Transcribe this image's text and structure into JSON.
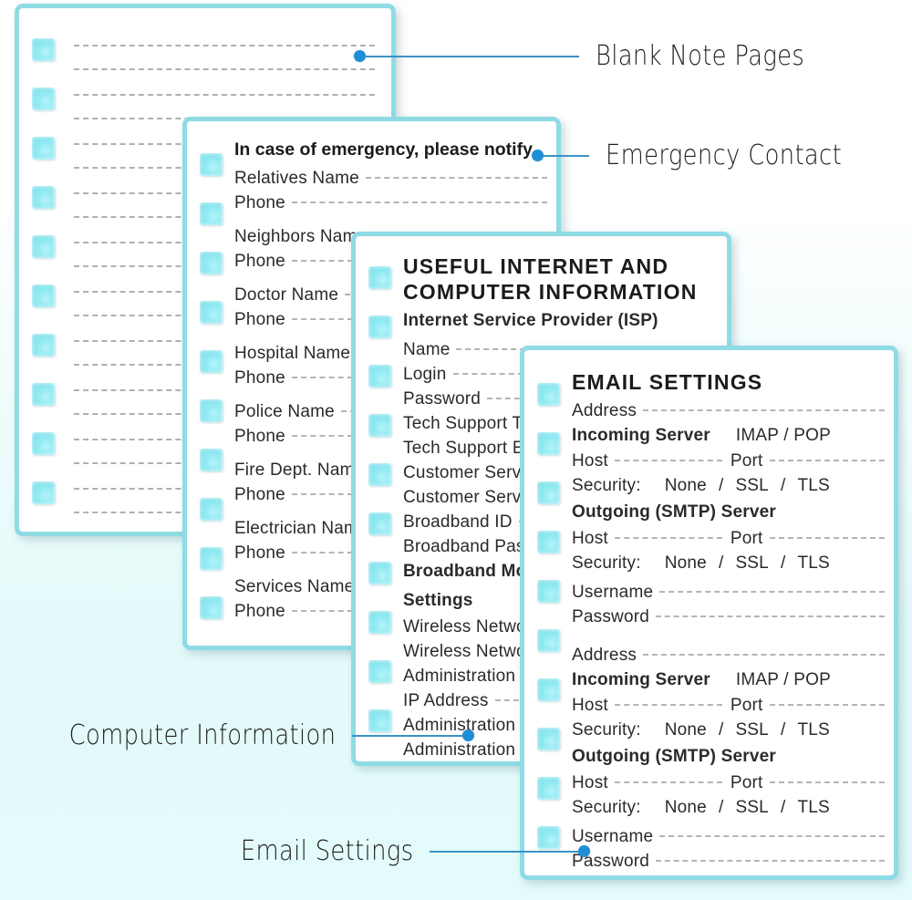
{
  "colors": {
    "background_top": "#ffffff",
    "background_bottom": "#e4fbfb",
    "card_border": "#8fdbe5",
    "binder_square": "#8fe9f2",
    "leader_line": "#3a93c4",
    "leader_dot": "#1f8ed6",
    "text": "#2a2a2a",
    "dash_line": "#b5b5b5"
  },
  "callouts": [
    {
      "label": "Blank Note Pages"
    },
    {
      "label": "Emergency Contact"
    },
    {
      "label": "Computer Information"
    },
    {
      "label": "Email Settings"
    }
  ],
  "cards": {
    "note_pages": {
      "name": "Blank Note Pages",
      "line_pairs": 10
    },
    "emergency": {
      "title": "In case of emergency, please notify",
      "rows": [
        {
          "label": "Relatives  Name",
          "dash": true
        },
        {
          "label": "Phone",
          "dash": true
        },
        {
          "label": "Neighbors  Name",
          "dash": true
        },
        {
          "label": "Phone",
          "dash": true
        },
        {
          "label": "Doctor  Name",
          "dash": true
        },
        {
          "label": "Phone",
          "dash": true
        },
        {
          "label": "Hospital  Name",
          "dash": true
        },
        {
          "label": "Phone",
          "dash": true
        },
        {
          "label": "Police  Name",
          "dash": true
        },
        {
          "label": "Phone",
          "dash": true
        },
        {
          "label": "Fire Dept.  Name",
          "dash": true
        },
        {
          "label": "Phone",
          "dash": true
        },
        {
          "label": "Electrician  Name",
          "dash": true
        },
        {
          "label": "Phone",
          "dash": true
        },
        {
          "label": "Services  Name",
          "dash": true
        },
        {
          "label": "Phone",
          "dash": true
        }
      ]
    },
    "computer": {
      "title_line1": "USEFUL  INTERNET  AND",
      "title_line2": "COMPUTER INFORMATION",
      "rows": [
        {
          "label": "Internet  Service  Provider (ISP)",
          "bold": true,
          "dash": false
        },
        {
          "label": "Name",
          "dash": true
        },
        {
          "label": "Login",
          "dash": true
        },
        {
          "label": "Password",
          "dash": true
        },
        {
          "label": "Tech Support Tel",
          "dash": true
        },
        {
          "label": "Tech Support Email",
          "dash": true
        },
        {
          "label": "Customer Service Tel",
          "dash": true
        },
        {
          "label": "Customer Service Email",
          "dash": true
        },
        {
          "label": "Broadband ID",
          "dash": true
        },
        {
          "label": "Broadband Password",
          "dash": true
        },
        {
          "label": "Broadband  Modem/Router",
          "bold": true,
          "dash": false
        },
        {
          "label": "Settings",
          "bold": true,
          "dash": false
        },
        {
          "label": "Wireless Network Name",
          "dash": true
        },
        {
          "label": "Wireless Network Password",
          "dash": true
        },
        {
          "label": "Administration Login",
          "dash": true
        },
        {
          "label": "IP Address",
          "dash": true
        },
        {
          "label": "Administration Username",
          "dash": true
        },
        {
          "label": "Administration Password",
          "dash": true
        }
      ]
    },
    "email": {
      "title": "EMAIL  SETTINGS",
      "blocks": [
        {
          "address_label": "Address",
          "incoming_label": "Incoming Server",
          "incoming_options": "IMAP  /  POP",
          "host_label": "Host",
          "port_label": "Port",
          "security_label": "Security:",
          "security_options": [
            "None",
            "/",
            "SSL",
            "/",
            "TLS"
          ],
          "outgoing_label": "Outgoing (SMTP) Server",
          "username_label": "Username",
          "password_label": "Password"
        },
        {
          "address_label": "Address",
          "incoming_label": "Incoming Server",
          "incoming_options": "IMAP  /  POP",
          "host_label": "Host",
          "port_label": "Port",
          "security_label": "Security:",
          "security_options": [
            "None",
            "/",
            "SSL",
            "/",
            "TLS"
          ],
          "outgoing_label": "Outgoing (SMTP) Server",
          "username_label": "Username",
          "password_label": "Password"
        }
      ]
    }
  }
}
